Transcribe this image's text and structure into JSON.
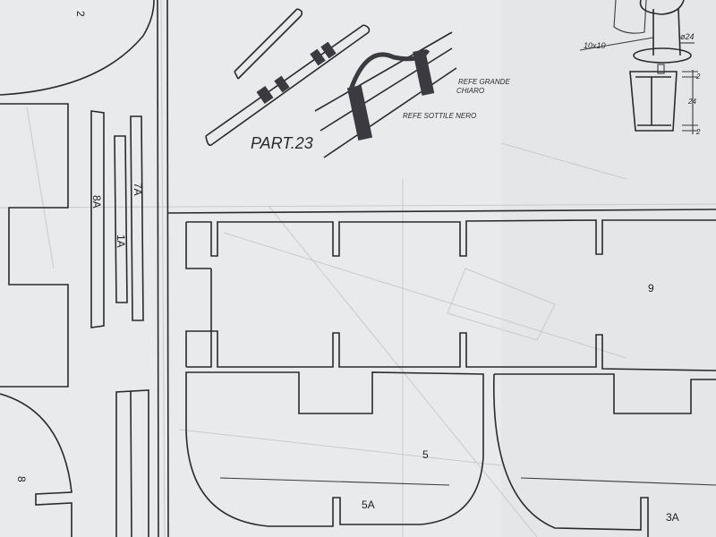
{
  "sheet": {
    "paper_color": "#e9eaec",
    "ink_color": "#2a2a2e",
    "part_labels": {
      "p2": "2",
      "p8a": "8A",
      "p7a": "7A",
      "p1a": "1A",
      "p9": "9",
      "p5": "5",
      "p5a": "5A",
      "p3a": "3A",
      "p8": "8"
    },
    "detail_part23": {
      "title": "PART.23",
      "note_large": "REFE GRANDE",
      "note_large_2": "CHIARO",
      "note_thin": "REFE SOTTILE NERO"
    },
    "detail_stand": {
      "section": "10x10",
      "diameter": "ø24",
      "dim_top": "2",
      "dim_height": "24",
      "dim_bottom": "2"
    }
  }
}
